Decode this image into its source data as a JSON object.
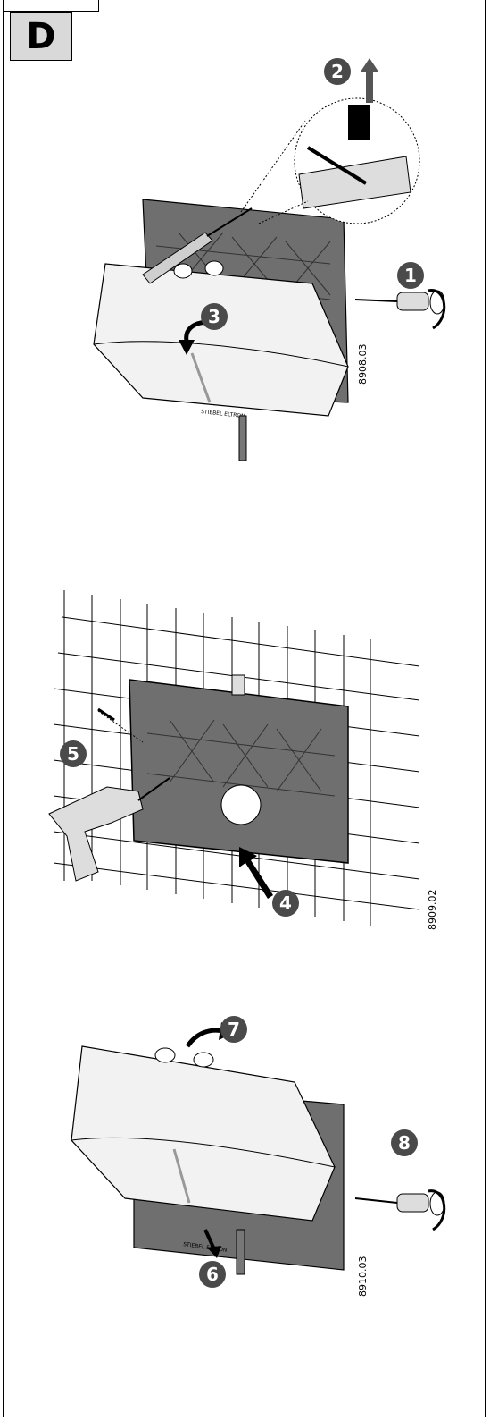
{
  "section_letter": "D",
  "figures": [
    {
      "ref": "8908.03",
      "steps": [
        "1",
        "2",
        "3"
      ],
      "brand": "STIEBEL ELTRON"
    },
    {
      "ref": "8909.02",
      "steps": [
        "4",
        "5"
      ],
      "brand": ""
    },
    {
      "ref": "8910.03",
      "steps": [
        "6",
        "7",
        "8"
      ],
      "brand": "STIEBEL ELTRON"
    }
  ],
  "colors": {
    "callout": "#4a4a4a",
    "plate": "#6f6f6f",
    "cover": "#f2f2f2",
    "line": "#000000"
  }
}
